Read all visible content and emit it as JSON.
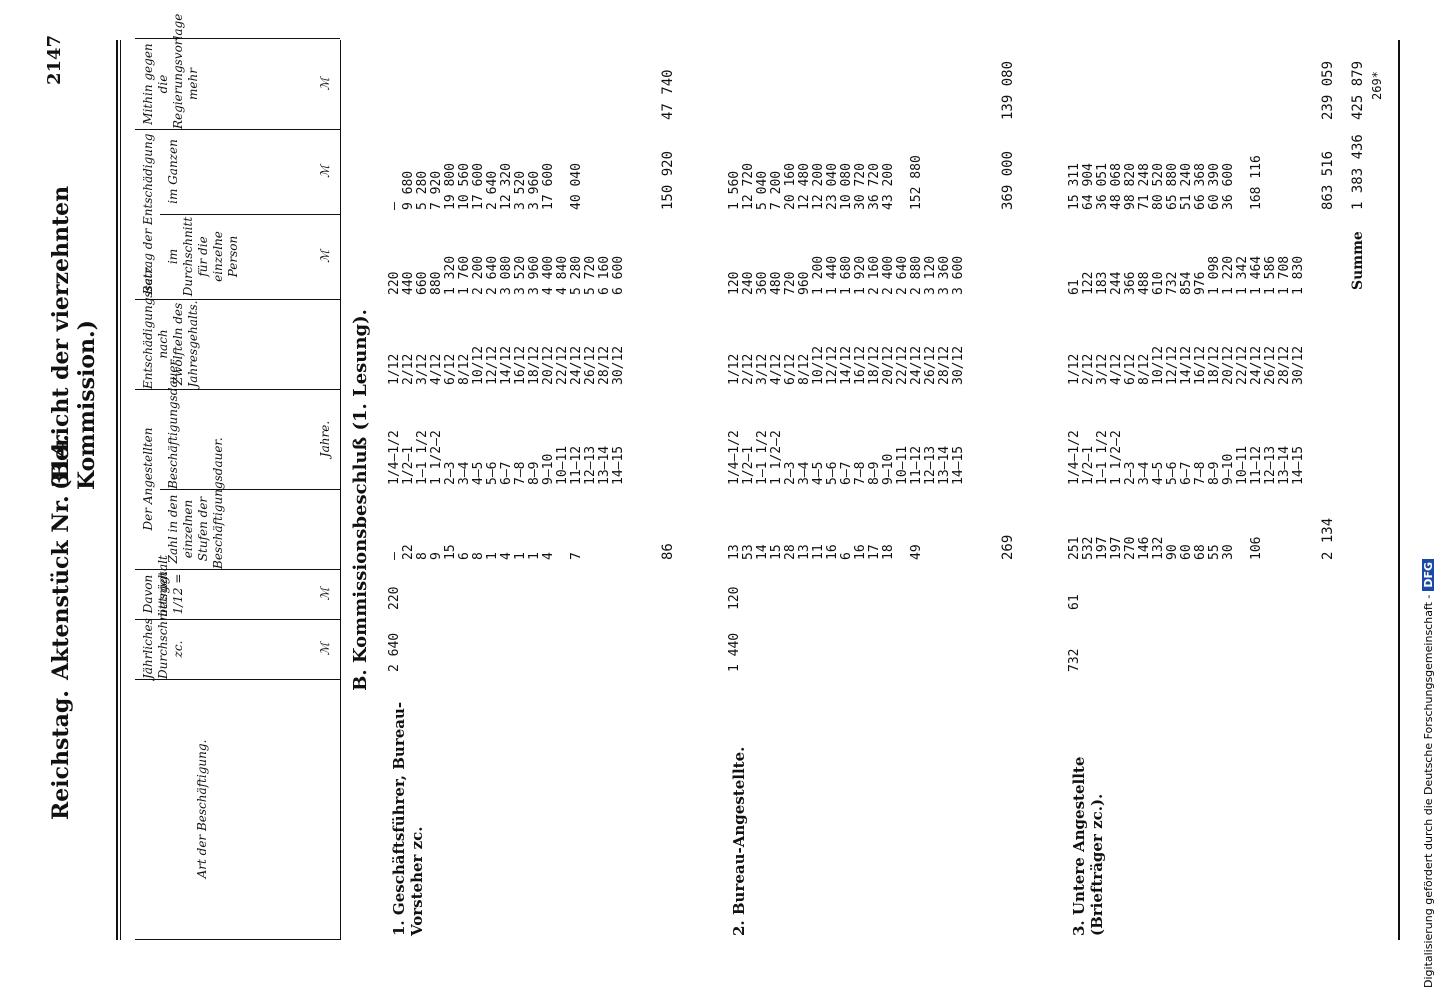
{
  "header": {
    "left": "Reichstag.",
    "middle": "Aktenstück Nr. 314.",
    "right": "(Bericht der vierzehnten Kommission.)",
    "page_number": "2147"
  },
  "columns": {
    "art": "Art der Beschäftigung.",
    "avg_salary": "Jährliches Durchschnittsgehalt zc.",
    "davon": "Davon beträgt 1/12 =",
    "count_group": "Der Angestellten",
    "count": "Zahl in den einzelnen Stufen der Beschäftigungsdauer.",
    "duration": "Beschäftigungsdauer",
    "rate": "Entschädigungssatz nach Zwölfteln des Jahresgehalts.",
    "amount_group": "Betrag der Entschädigung",
    "per_person": "im Durchschnitt für die einzelne Person",
    "total": "im Ganzen",
    "more": "Mithin gegen die Regierungsvorlage mehr",
    "unit_mark": "ℳ",
    "unit_years": "Jahre."
  },
  "section_title": "B. Kommissionsbeschluß (1. Lesung).",
  "rows": [
    {
      "label": "1. Geschäftsführer, Bureau-Vorsteher zc.",
      "salary": "2 640",
      "twelfth": "220",
      "counts": "—\n22\n8\n9\n15\n6\n8\n1\n4\n1\n1\n4\n\n7\n",
      "durations": "1/4—1/2\n1/2—1\n1—1 1/2\n1 1/2—2\n2—3\n3—4\n4—5\n5—6\n6—7\n7—8\n8—9\n9—10\n10—11\n11—12\n12—13\n13—14\n14—15",
      "rates": "1/12\n2/12\n3/12\n4/12\n6/12\n8/12\n10/12\n12/12\n14/12\n16/12\n18/12\n20/12\n22/12\n24/12\n26/12\n28/12\n30/12",
      "per_person": "220\n440\n660\n880\n1 320\n1 760\n2 200\n2 640\n3 080\n3 520\n3 960\n4 400\n4 840\n5 280\n5 720\n6 160\n6 600",
      "total": "—\n9 680\n5 280\n7 920\n19 800\n10 560\n17 600\n2 640\n12 320\n3 520\n3 960\n17 600\n\n40 040\n",
      "count_sum": "86",
      "total_sum": "150 920",
      "more": "47 740"
    },
    {
      "label": "2. Bureau-Angestellte.",
      "salary": "1 440",
      "twelfth": "120",
      "counts": "13\n53\n14\n15\n28\n13\n11\n16\n6\n16\n17\n18\n\n49\n",
      "durations": "1/4—1/2\n1/2—1\n1—1 1/2\n1 1/2—2\n2—3\n3—4\n4—5\n5—6\n6—7\n7—8\n8—9\n9—10\n10—11\n11—12\n12—13\n13—14\n14—15",
      "rates": "1/12\n2/12\n3/12\n4/12\n6/12\n8/12\n10/12\n12/12\n14/12\n16/12\n18/12\n20/12\n22/12\n24/12\n26/12\n28/12\n30/12",
      "per_person": "120\n240\n360\n480\n720\n960\n1 200\n1 440\n1 680\n1 920\n2 160\n2 400\n2 640\n2 880\n3 120\n3 360\n3 600",
      "total": "1 560\n12 720\n5 040\n7 200\n20 160\n12 480\n12 200\n23 040\n10 080\n30 720\n36 720\n43 200\n\n152 880\n",
      "count_sum": "269",
      "total_sum": "369 000",
      "more": "139 080"
    },
    {
      "label": "3. Untere Angestellte (Briefträger zc.).",
      "salary": "732",
      "twelfth": "61",
      "counts": "251\n532\n197\n197\n270\n146\n132\n90\n60\n68\n55\n30\n\n106\n",
      "durations": "1/4—1/2\n1/2—1\n1—1 1/2\n1 1/2—2\n2—3\n3—4\n4—5\n5—6\n6—7\n7—8\n8—9\n9—10\n10—11\n11—12\n12—13\n13—14\n14—15",
      "rates": "1/12\n2/12\n3/12\n4/12\n6/12\n8/12\n10/12\n12/12\n14/12\n16/12\n18/12\n20/12\n22/12\n24/12\n26/12\n28/12\n30/12",
      "per_person": "61\n122\n183\n244\n366\n488\n610\n732\n854\n976\n1 098\n1 220\n1 342\n1 464\n1 586\n1 708\n1 830",
      "total": "15 311\n64 904\n36 051\n48 068\n98 820\n71 248\n80 520\n65 880\n51 240\n66 368\n60 390\n36 600\n\n168 116\n",
      "count_sum": "2 134",
      "total_sum": "863 516",
      "more": "239 059"
    }
  ],
  "summary": {
    "label": "Summe",
    "total": "1 383 436",
    "more": "425 879",
    "footnote": "269*"
  },
  "side_note": "Digitalisierung gefördert durch die Deutsche Forschungsgemeinschaft -",
  "side_logo": "DFG"
}
